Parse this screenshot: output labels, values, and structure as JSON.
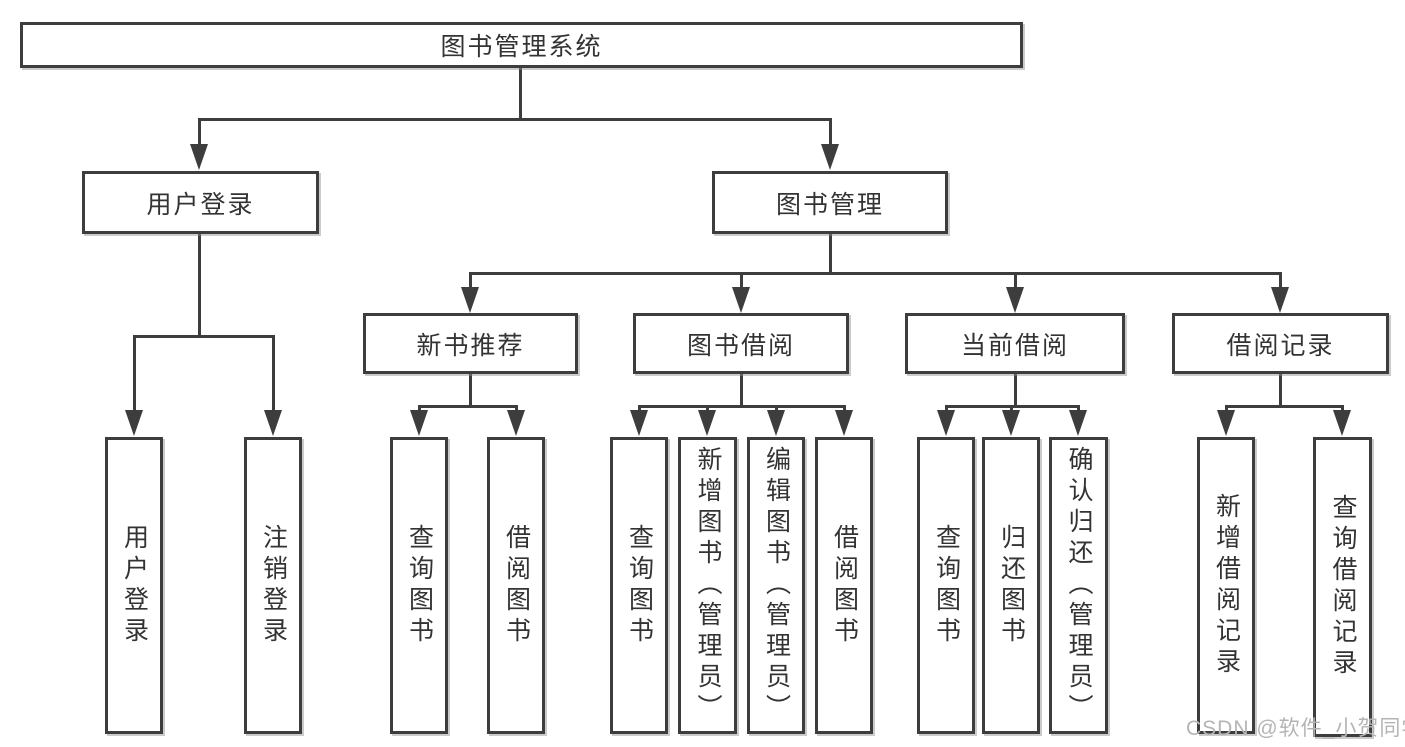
{
  "nodes": {
    "root": "图书管理系统",
    "user_login": "用户登录",
    "book_management": "图书管理",
    "new_book_recommend": "新书推荐",
    "book_borrowing": "图书借阅",
    "current_borrowing": "当前借阅",
    "borrowing_records": "借阅记录",
    "leaf_user_login": "用户登录",
    "leaf_logout": "注销登录",
    "leaf_query_book_recommend": "查询图书",
    "leaf_borrow_book_recommend": "借阅图书",
    "leaf_query_book_borrowing": "查询图书",
    "leaf_add_book": "新增图书（管理员）",
    "leaf_edit_book": "编辑图书（管理员）",
    "leaf_borrow_book_borrowing": "借阅图书",
    "leaf_query_book_current": "查询图书",
    "leaf_return_book": "归还图书",
    "leaf_confirm_return": "确认归还（管理员）",
    "leaf_add_borrow_record": "新增借阅记录",
    "leaf_query_borrow_record": "查询借阅记录"
  },
  "watermark": "CSDN @软件_小贺同学",
  "colors": {
    "line": "#3d3d3d",
    "text": "#333333",
    "watermark": "#b5b5b5",
    "background": "#ffffff"
  }
}
